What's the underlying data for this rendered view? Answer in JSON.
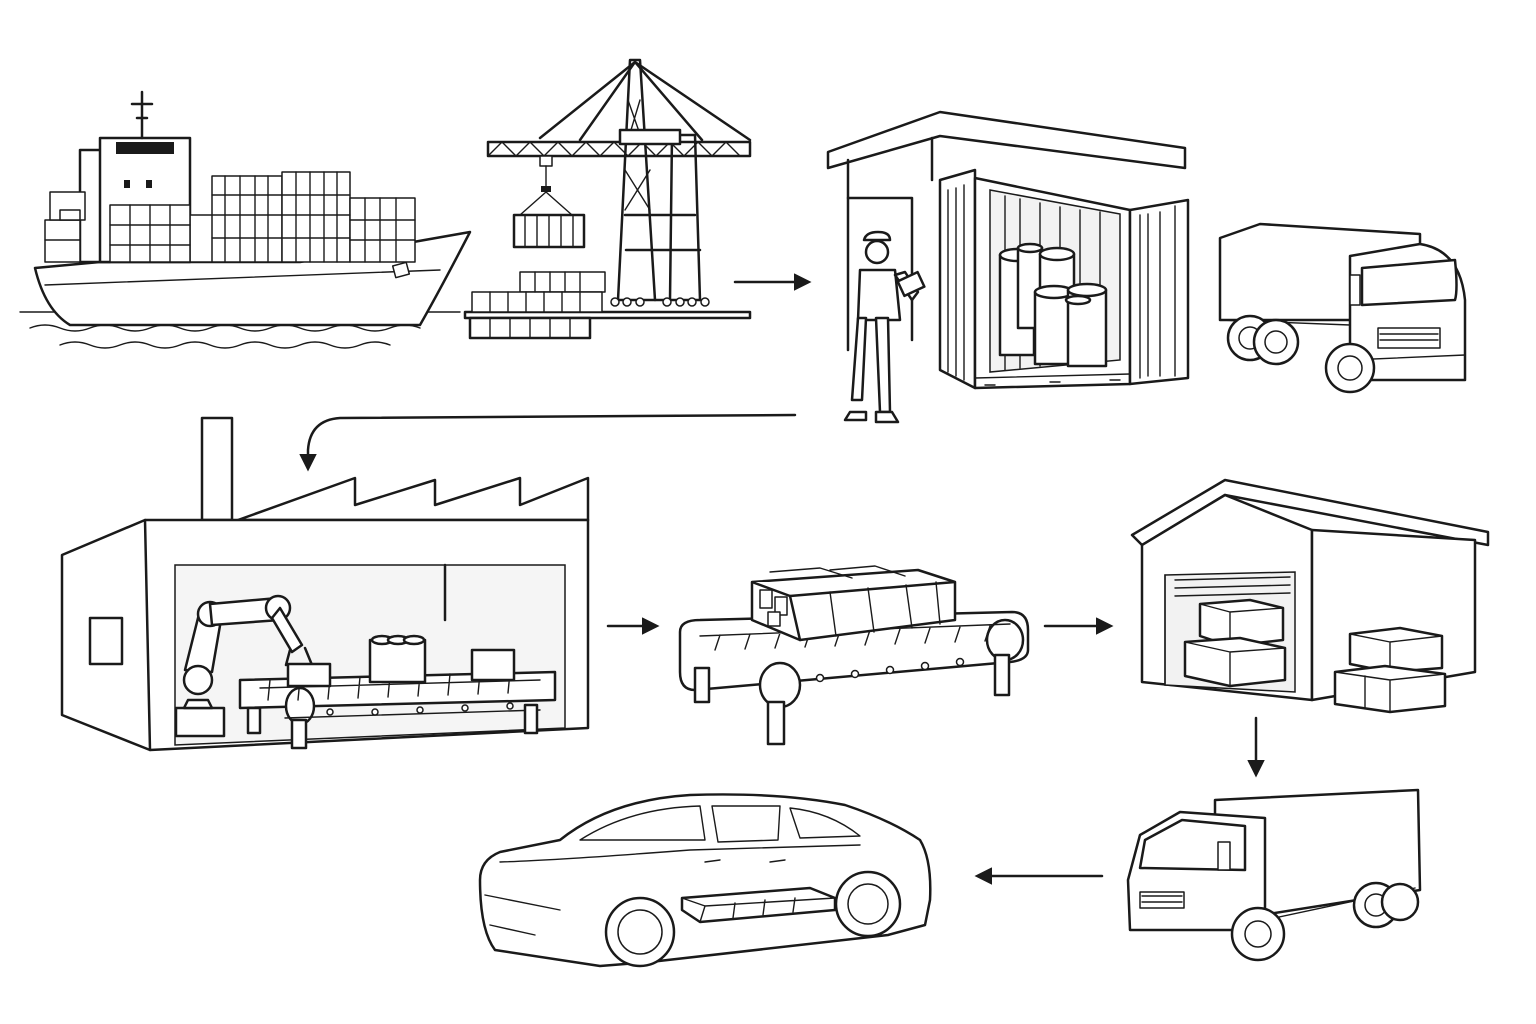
{
  "diagram": {
    "type": "supply-chain-flow",
    "stages": [
      {
        "id": "ship",
        "icon": "container-ship-icon"
      },
      {
        "id": "port",
        "icon": "port-crane-icon"
      },
      {
        "id": "inspection",
        "icon": "container-inspection-icon"
      },
      {
        "id": "truck-inbound",
        "icon": "delivery-truck-icon"
      },
      {
        "id": "factory",
        "icon": "factory-assembly-icon"
      },
      {
        "id": "battery-pack",
        "icon": "battery-pack-conveyor-icon"
      },
      {
        "id": "warehouse",
        "icon": "warehouse-icon"
      },
      {
        "id": "truck-outbound",
        "icon": "delivery-truck-icon"
      },
      {
        "id": "vehicle",
        "icon": "electric-car-icon"
      }
    ],
    "connections": [
      [
        "port",
        "inspection"
      ],
      [
        "inspection",
        "factory"
      ],
      [
        "factory",
        "battery-pack"
      ],
      [
        "battery-pack",
        "warehouse"
      ],
      [
        "warehouse",
        "truck-outbound"
      ],
      [
        "truck-outbound",
        "vehicle"
      ]
    ],
    "colors": {
      "line": "#1a1a1a",
      "background": "#ffffff"
    }
  }
}
